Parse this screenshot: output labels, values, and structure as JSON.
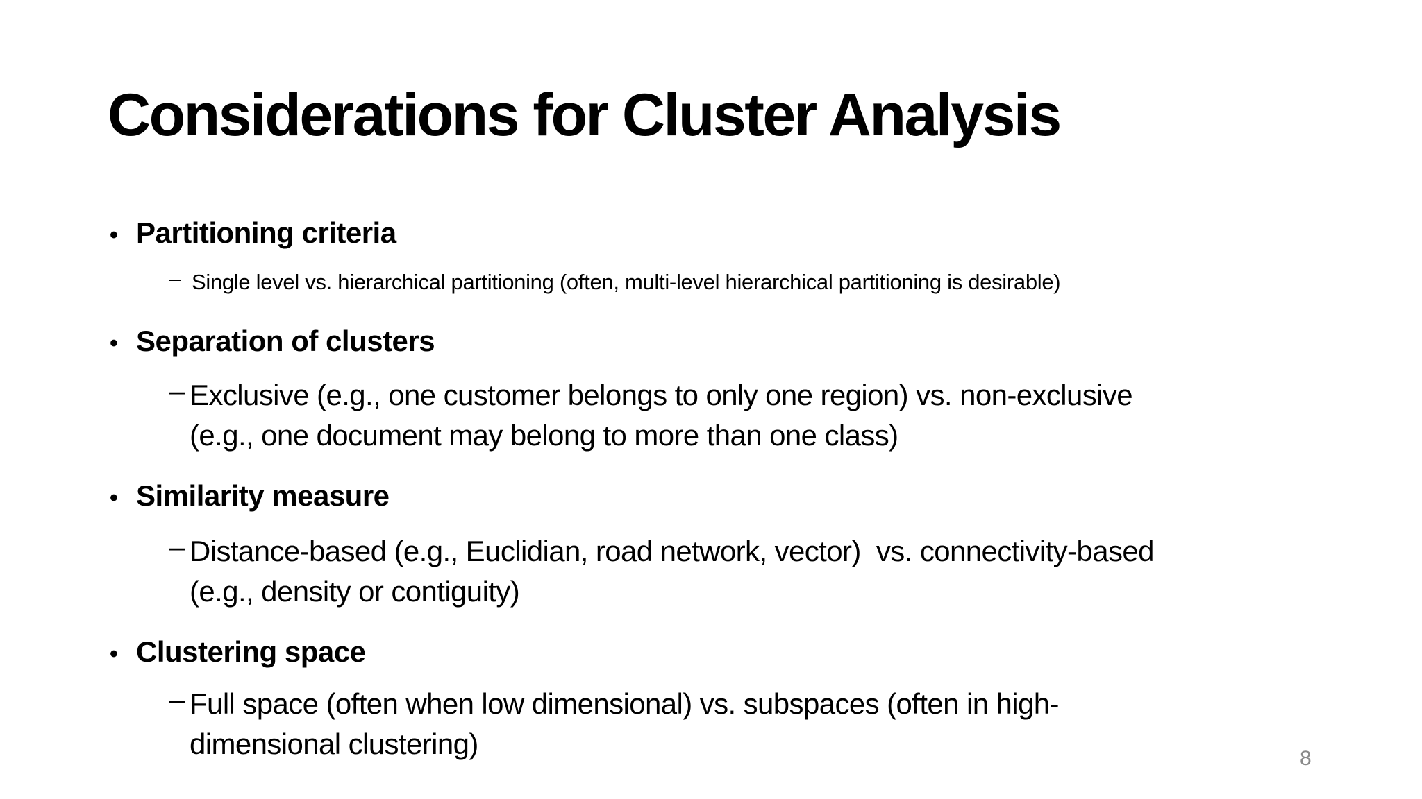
{
  "slide": {
    "title": "Considerations for Cluster Analysis",
    "bullet_char": "•",
    "dash_char": "–",
    "page_number": "8",
    "sections": [
      {
        "heading": "Partitioning criteria",
        "sub": {
          "lines": [
            "Single level vs. hierarchical partitioning (often, multi-level hierarchical partitioning is desirable)"
          ]
        }
      },
      {
        "heading": "Separation of clusters",
        "sub": {
          "lines": [
            "Exclusive (e.g., one customer belongs to only one region) vs. non-exclusive",
            "(e.g., one document may belong to more than one class)"
          ]
        }
      },
      {
        "heading": "Similarity measure",
        "sub": {
          "lines": [
            "Distance-based (e.g., Euclidian, road network, vector)  vs. connectivity-based",
            "(e.g., density or contiguity)"
          ]
        }
      },
      {
        "heading": "Clustering space",
        "sub": {
          "lines": [
            "Full space (often when low dimensional) vs. subspaces (often in high-",
            "dimensional clustering)"
          ]
        }
      }
    ]
  },
  "colors": {
    "background": "#ffffff",
    "text": "#000000",
    "page_number": "#8a8a8a"
  }
}
